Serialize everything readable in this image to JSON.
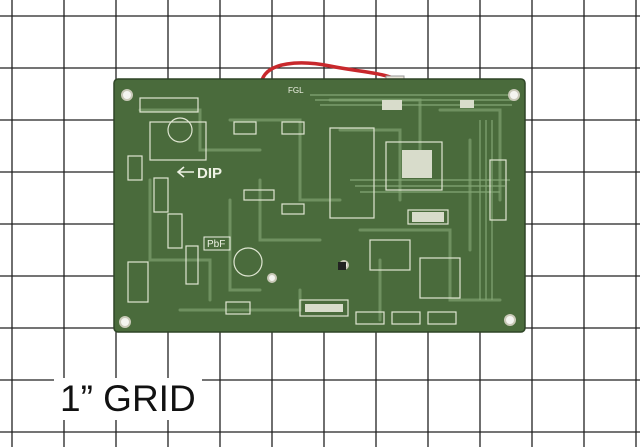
{
  "caption": "1” GRID",
  "board": {
    "markings": {
      "dip": "DIP",
      "pbf": "PbF",
      "fgl": "FGL"
    },
    "colors": {
      "board": "#4a6b3c",
      "traces": "#6f9060",
      "silkscreen": "#dfe6d2",
      "wire": "#c8282c",
      "grid_lines": "#222222",
      "background": "#ffffff"
    }
  }
}
